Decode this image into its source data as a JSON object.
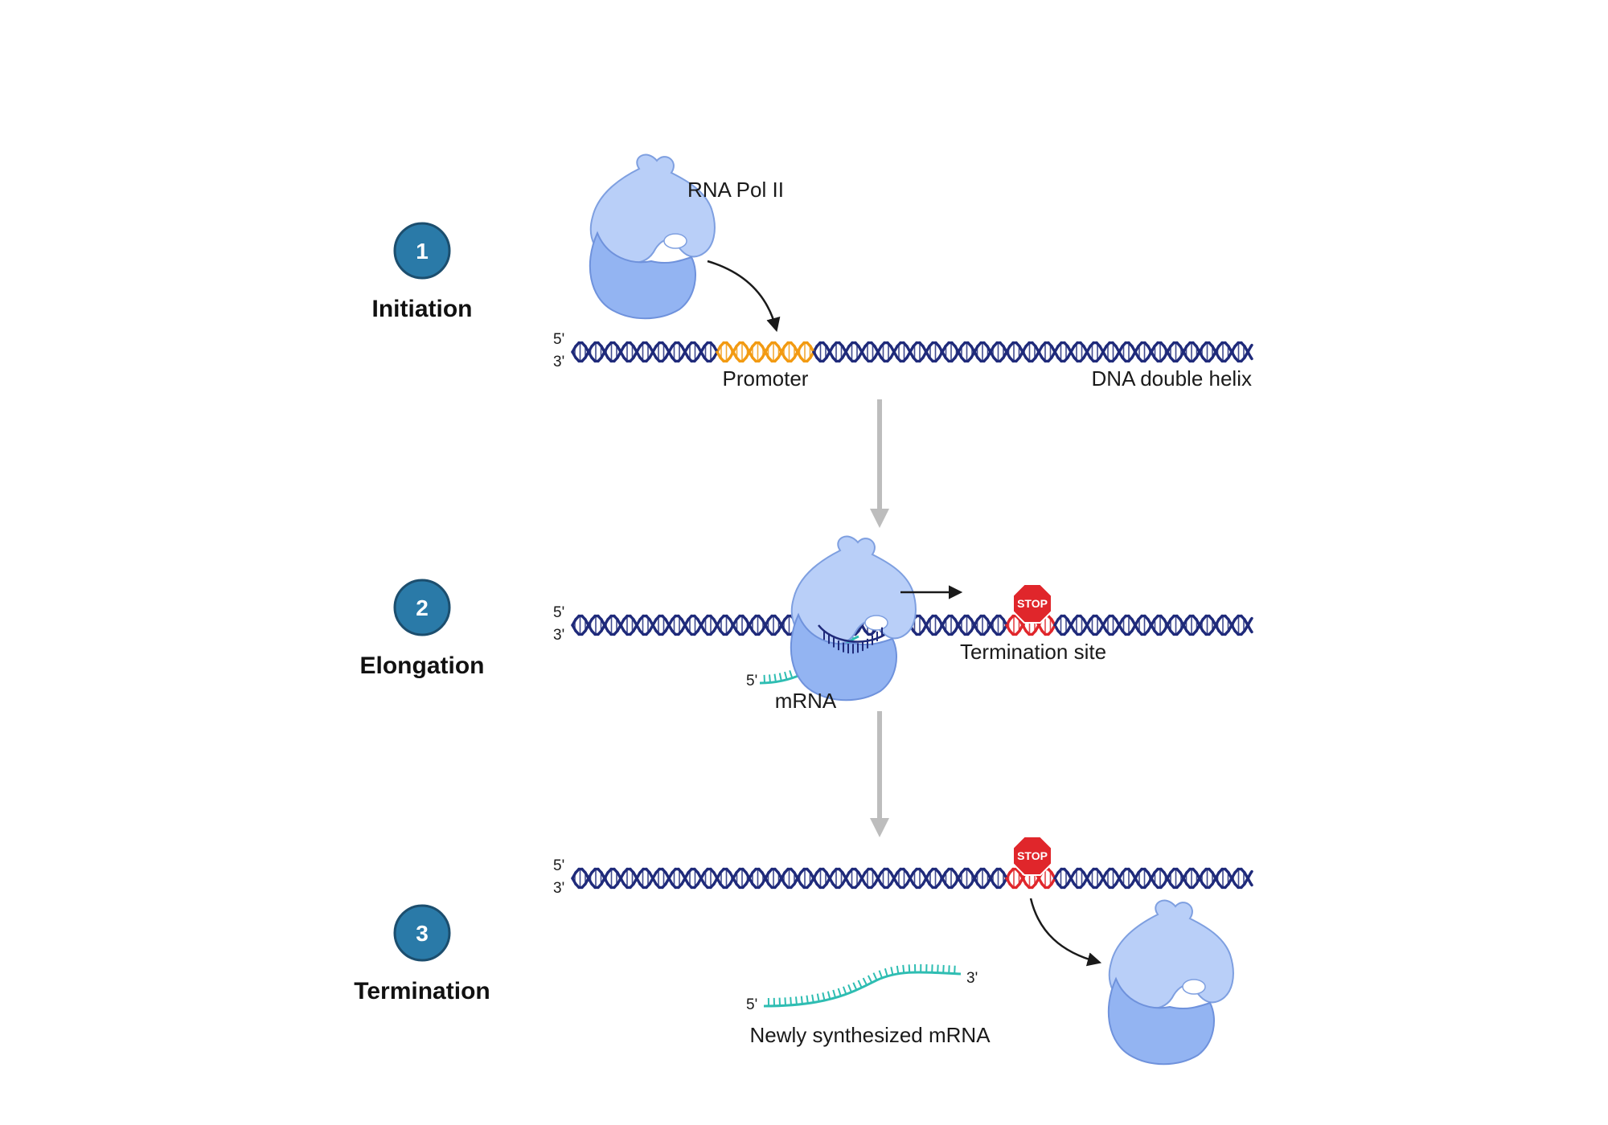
{
  "stages": [
    {
      "number": "1",
      "title": "Initiation"
    },
    {
      "number": "2",
      "title": "Elongation"
    },
    {
      "number": "3",
      "title": "Termination"
    }
  ],
  "labels": {
    "polymerase": "RNA Pol II",
    "promoter": "Promoter",
    "dna": "DNA double helix",
    "termination_site": "Termination site",
    "mrna": "mRNA",
    "new_mrna": "Newly synthesized mRNA",
    "stop": "STOP",
    "five_prime": "5'",
    "three_prime": "3'"
  },
  "colors": {
    "badge": "#2a7aa8",
    "dna": "#1f2a7a",
    "promoter": "#f29a12",
    "termination": "#e0262b",
    "mrna": "#2ebdb2",
    "polymerase": "#a9c4f5",
    "arrow_gray": "#bdbdbd"
  }
}
